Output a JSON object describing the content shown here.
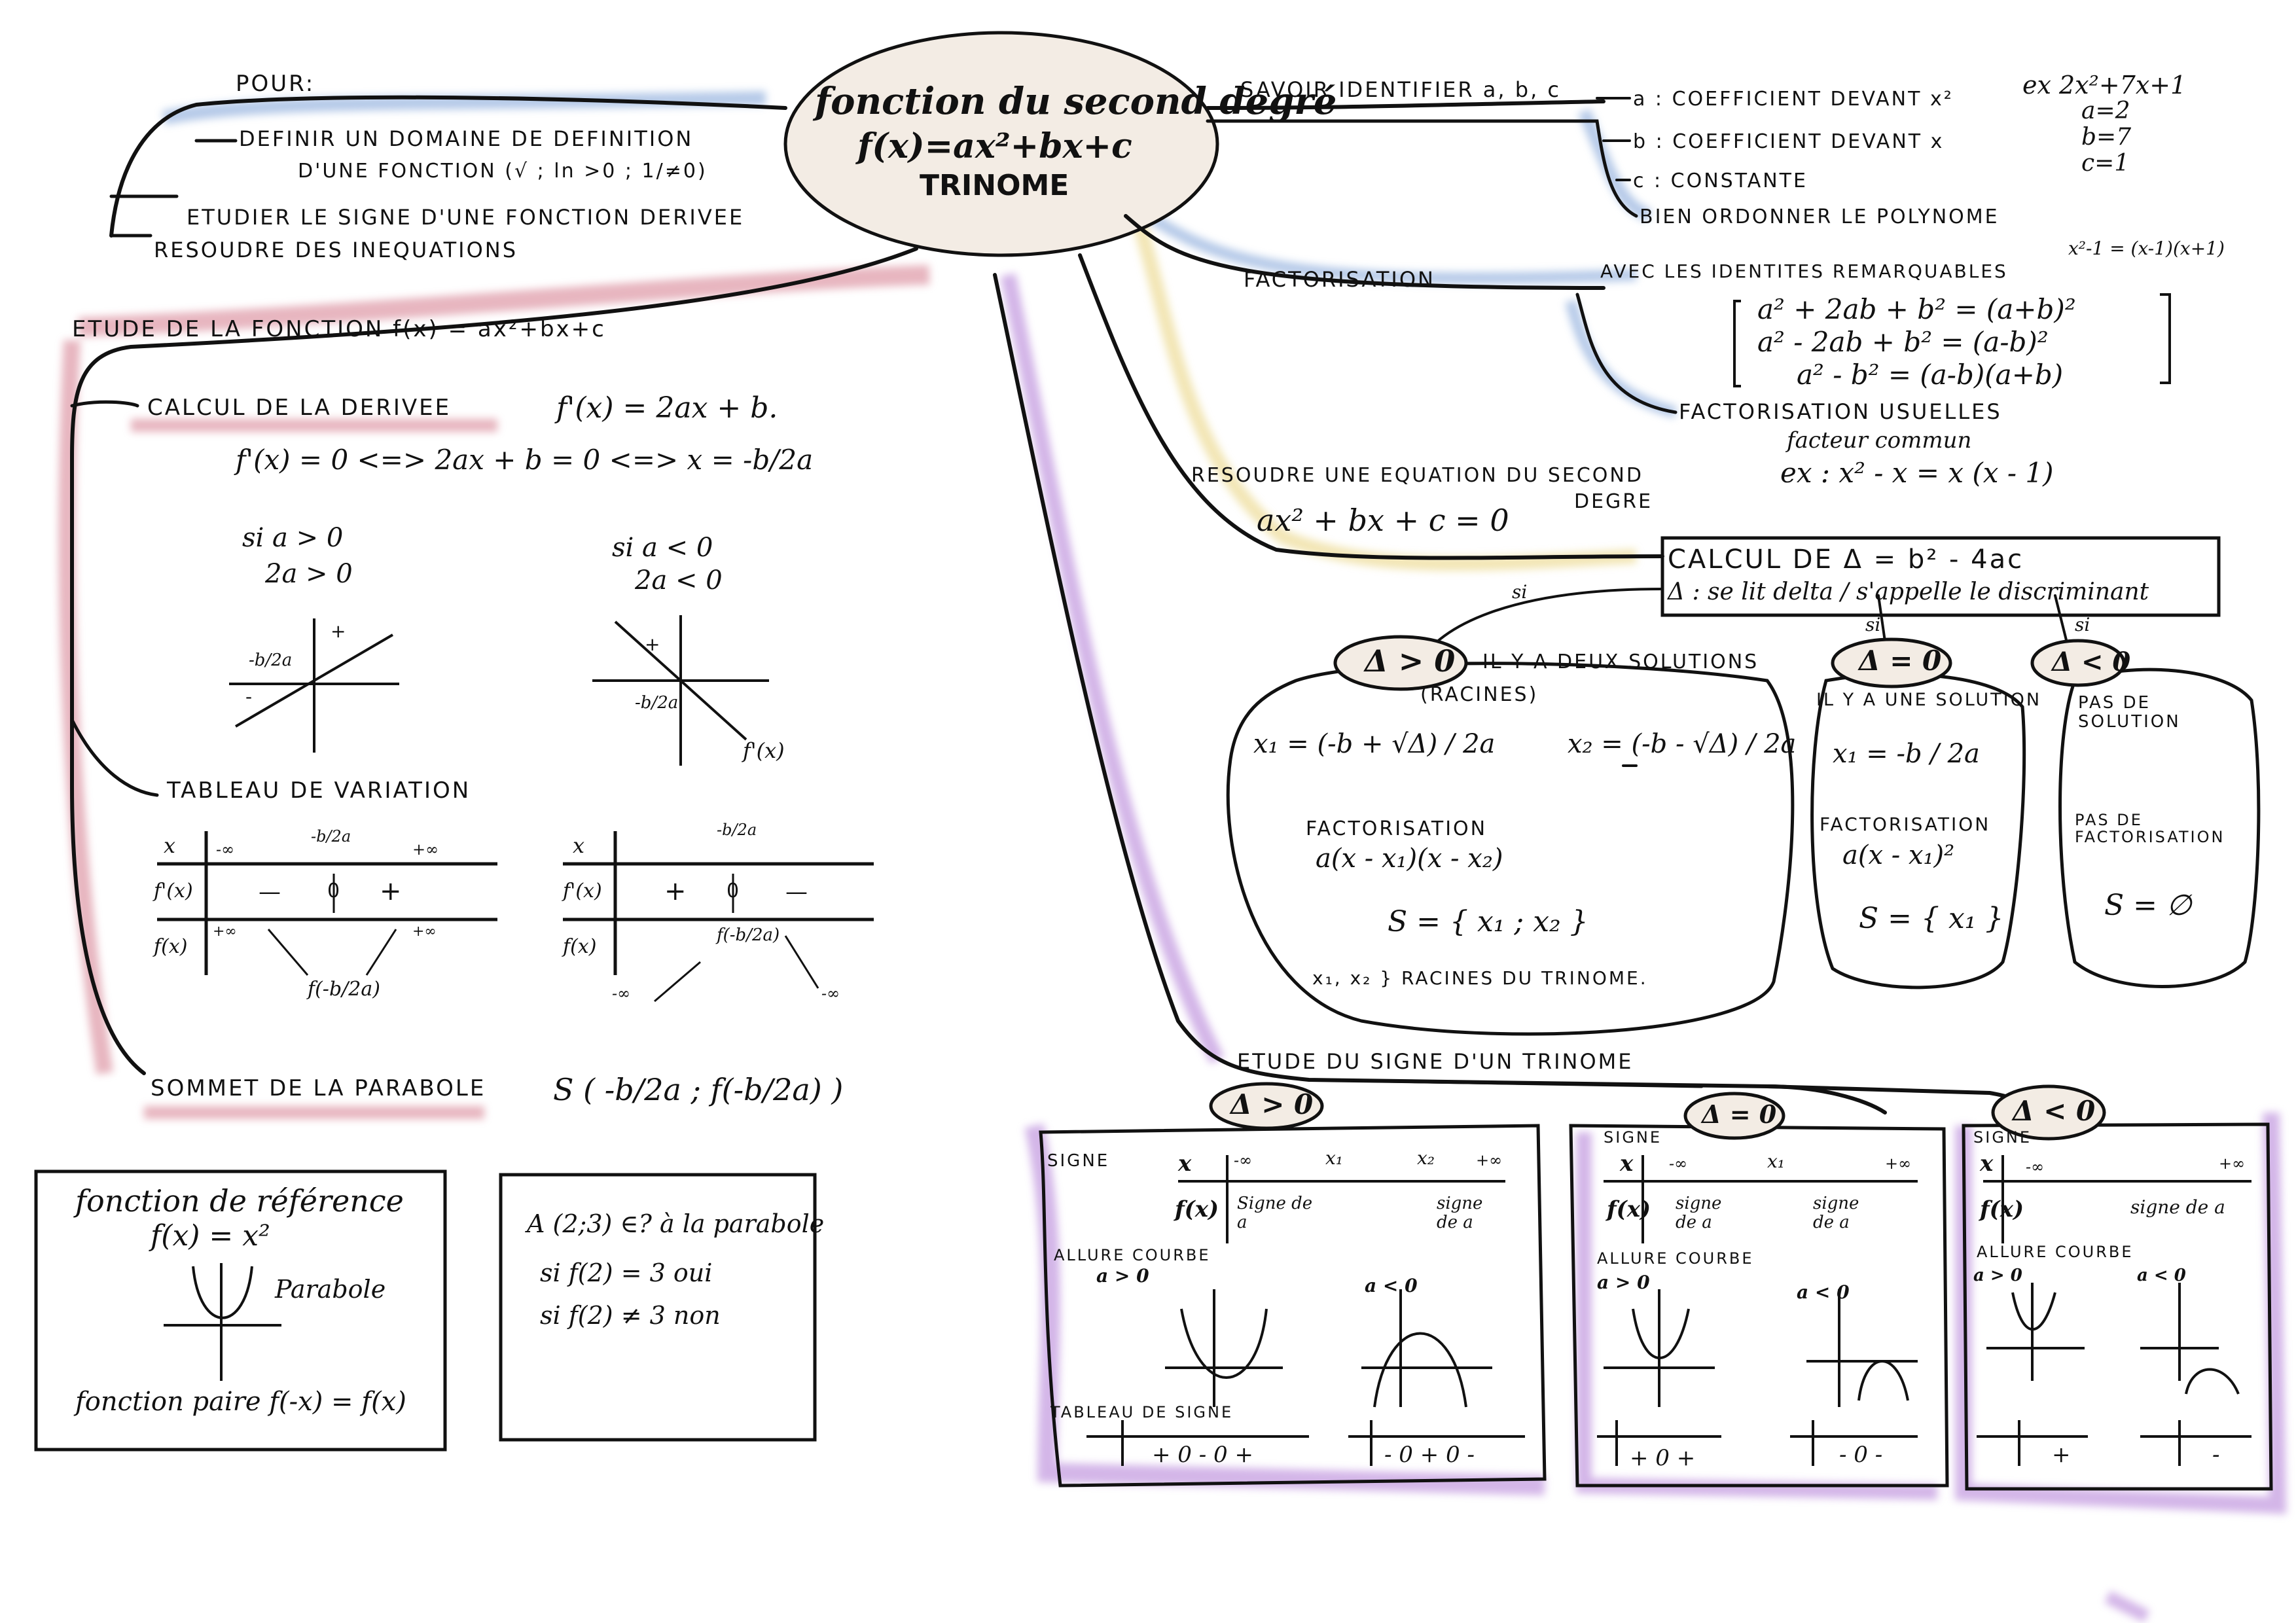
{
  "center": {
    "title": "fonction du second degré",
    "formula": "f(x)=ax²+bx+c",
    "subtitle": "TRINOME"
  },
  "pour": {
    "label": "POUR:",
    "items": [
      "DEFINIR UN DOMAINE DE DEFINITION",
      "D'UNE FONCTION (√ ; ln >0 ; 1/≠0)",
      "ETUDIER LE SIGNE D'UNE FONCTION DERIVEE",
      "RESOUDRE DES INEQUATIONS"
    ]
  },
  "etude": {
    "title": "ETUDE DE LA FONCTION  f(x) = ax²+bx+c",
    "derivee": {
      "label": "CALCUL DE LA DERIVEE",
      "formula": "f'(x) = 2ax + b.",
      "equation": "f'(x) = 0  <=>  2ax + b = 0 <=> x = -b/2a",
      "case_pos": "si a > 0",
      "case_pos2": "2a > 0",
      "case_neg": "si a < 0",
      "case_neg2": "2a < 0",
      "minus_b_2a": "-b/2a",
      "fprime": "f'(x)",
      "plus": "+",
      "minus": "-"
    },
    "tableau": {
      "label": "TABLEAU DE VARIATION",
      "x": "x",
      "fp": "f'(x)",
      "f": "f(x)",
      "minf": "-∞",
      "pinf": "+∞",
      "root": "-b/2a",
      "extremum": "f(-b/2a)",
      "plus": "+",
      "minus": "—",
      "zero": "0"
    },
    "sommet": {
      "label": "SOMMET DE LA PARABOLE",
      "formula": "S ( -b/2a ; f(-b/2a) )"
    }
  },
  "reference": {
    "title": "fonction de référence",
    "formula": "f(x) = x²",
    "parabole": "Parabole",
    "parite": "fonction paire f(-x) = f(x)"
  },
  "appartenance": {
    "line1": "A (2;3) ∈? à la parabole",
    "line2": "si  f(2) = 3   oui",
    "line3": "si  f(2) ≠ 3   non"
  },
  "identifier": {
    "label": "SAVOIR IDENTIFIER a, b, c",
    "a": "a : COEFFICIENT DEVANT x²",
    "b": "b : COEFFICIENT DEVANT x",
    "c": "c : CONSTANTE",
    "order": "BIEN ORDONNER LE POLYNOME",
    "ex_title": "ex 2x²+7x+1",
    "ex_a": "a=2",
    "ex_b": "b=7",
    "ex_c": "c=1"
  },
  "factorisation": {
    "label": "FACTORISATION",
    "identites": "AVEC LES IDENTITES REMARQUABLES",
    "ex_right": "x²-1 = (x-1)(x+1)",
    "id1": "a² + 2ab + b² = (a+b)²",
    "id2": "a² - 2ab + b² = (a-b)²",
    "id3": "a² - b² = (a-b)(a+b)",
    "usuelles": "FACTORISATION USUELLES",
    "facteur": "facteur commun",
    "ex": "ex :   x² - x = x (x - 1)"
  },
  "resoudre": {
    "label": "RESOUDRE UNE EQUATION DU SECOND",
    "label2": "DEGRE",
    "equation": "ax² + bx + c = 0"
  },
  "delta": {
    "calc": "CALCUL DE  Δ = b² - 4ac",
    "note": "Δ : se lit delta / s'appelle le discriminant",
    "si": "si",
    "pos": {
      "label": "Δ > 0",
      "text": "IL Y A DEUX SOLUTIONS",
      "racines": "(RACINES)",
      "x1": "x₁ = (-b + √Δ) / 2a",
      "x2": "x₂ = (-b - √Δ) / 2a",
      "fact": "FACTORISATION",
      "fact_f": "a(x - x₁)(x - x₂)",
      "sol": "S = { x₁ ; x₂ }",
      "racines_note": "x₁, x₂ } RACINES DU TRINOME."
    },
    "zero": {
      "label": "Δ = 0",
      "text": "IL Y A UNE SOLUTION",
      "x1": "x₁ = -b / 2a",
      "fact": "FACTORISATION",
      "fact_f": "a(x - x₁)²",
      "sol": "S = { x₁ }"
    },
    "neg": {
      "label": "Δ < 0",
      "text": "PAS DE SOLUTION",
      "fact": "PAS DE FACTORISATION",
      "sol": "S = ∅"
    }
  },
  "signe": {
    "label": "ETUDE DU SIGNE D'UN TRINOME",
    "panels": [
      {
        "delta": "Δ > 0",
        "signe": "SIGNE",
        "x": "x",
        "fx": "f(x)",
        "cols": [
          "-∞",
          "x₁",
          "x₂",
          "+∞"
        ],
        "sign_a": "Signe de a",
        "sign_a2": "signe de a",
        "allure": "ALLURE COURBE",
        "a_pos": "a > 0",
        "a_neg": "a < 0",
        "tableau": "TABLEAU DE SIGNE",
        "row_pos": "+ 0 - 0 +",
        "row_neg": "- 0 + 0 -"
      },
      {
        "delta": "Δ = 0",
        "signe": "SIGNE",
        "x": "x",
        "fx": "f(x)",
        "cols": [
          "-∞",
          "x₁",
          "+∞"
        ],
        "sign_a": "signe de a",
        "sign_a2": "signe de a",
        "allure": "ALLURE COURBE",
        "a_pos": "a > 0",
        "a_neg": "a < 0",
        "row_pos": "+ 0 +",
        "row_neg": "- 0 -"
      },
      {
        "delta": "Δ < 0",
        "signe": "SIGNE",
        "x": "x",
        "fx": "f(x)",
        "cols": [
          "-∞",
          "+∞"
        ],
        "sign_a": "signe de a",
        "allure": "ALLURE COURBE",
        "a_pos": "a > 0",
        "a_neg": "a < 0",
        "row_pos": "+",
        "row_neg": "-"
      }
    ]
  },
  "colors": {
    "ink": "#111111",
    "pink": "#d47a8c",
    "blue": "#7a9fd6",
    "purple": "#b07ad6",
    "yellow": "#e8d27a",
    "bubble": "#f3ece4"
  }
}
